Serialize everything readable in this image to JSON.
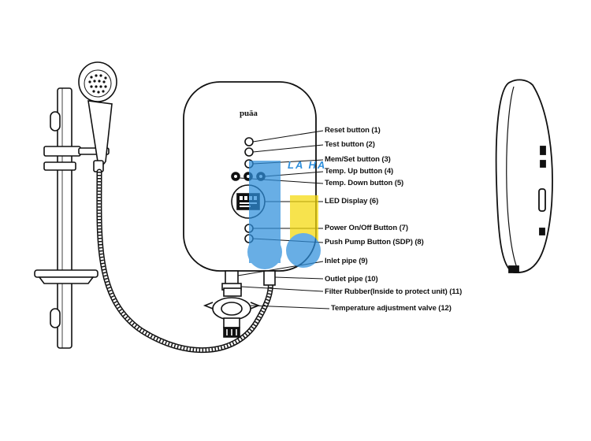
{
  "brand": "puäa",
  "watermark": "LA HA",
  "labels": {
    "reset": "Reset button (1)",
    "test": "Test button (2)",
    "memset": "Mem/Set button (3)",
    "temp_up": "Temp. Up button (4)",
    "temp_down": "Temp. Down button (5)",
    "led": "LED Display (6)",
    "power": "Power On/Off Button (7)",
    "pump": "Push Pump Button (SDP) (8)",
    "inlet": "Inlet pipe (9)",
    "outlet": "Outlet pipe (10)",
    "filter": "Filter Rubber(Inside to protect unit) (11)",
    "valve": "Temperature adjustment valve (12)"
  },
  "colors": {
    "outline": "#111111",
    "watermark_blue": "#2f8fdc",
    "watermark_yellow": "#f5d90a"
  }
}
